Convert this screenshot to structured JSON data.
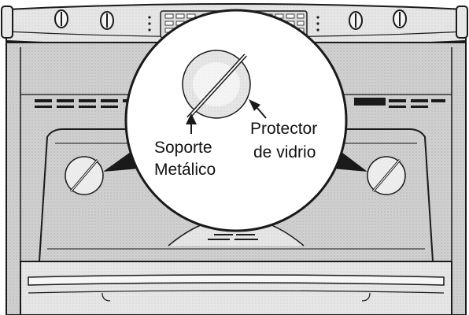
{
  "labels": {
    "metal_support_line1": "Soporte",
    "metal_support_line2": "Metálico",
    "glass_shield_line1": "Protector",
    "glass_shield_line2": "de vidrio"
  },
  "colors": {
    "outline": "#1a1a1a",
    "panel_fill": "#d6d6d6",
    "cavity_fill": "#c4c4c4",
    "bulb_fill": "#ececec",
    "callout_fill": "#ffffff"
  }
}
